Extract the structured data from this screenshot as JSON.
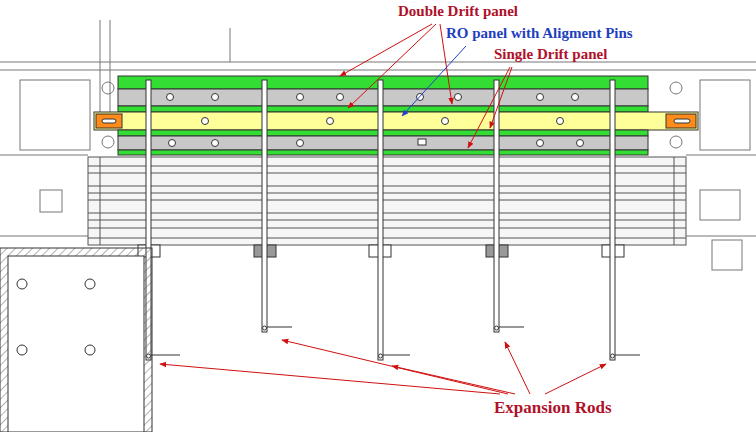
{
  "diagram": {
    "labels": [
      "Double Drift panel",
      "RO panel with Aligment Pins",
      "Single Drift panel",
      "Expansion Rods"
    ]
  }
}
